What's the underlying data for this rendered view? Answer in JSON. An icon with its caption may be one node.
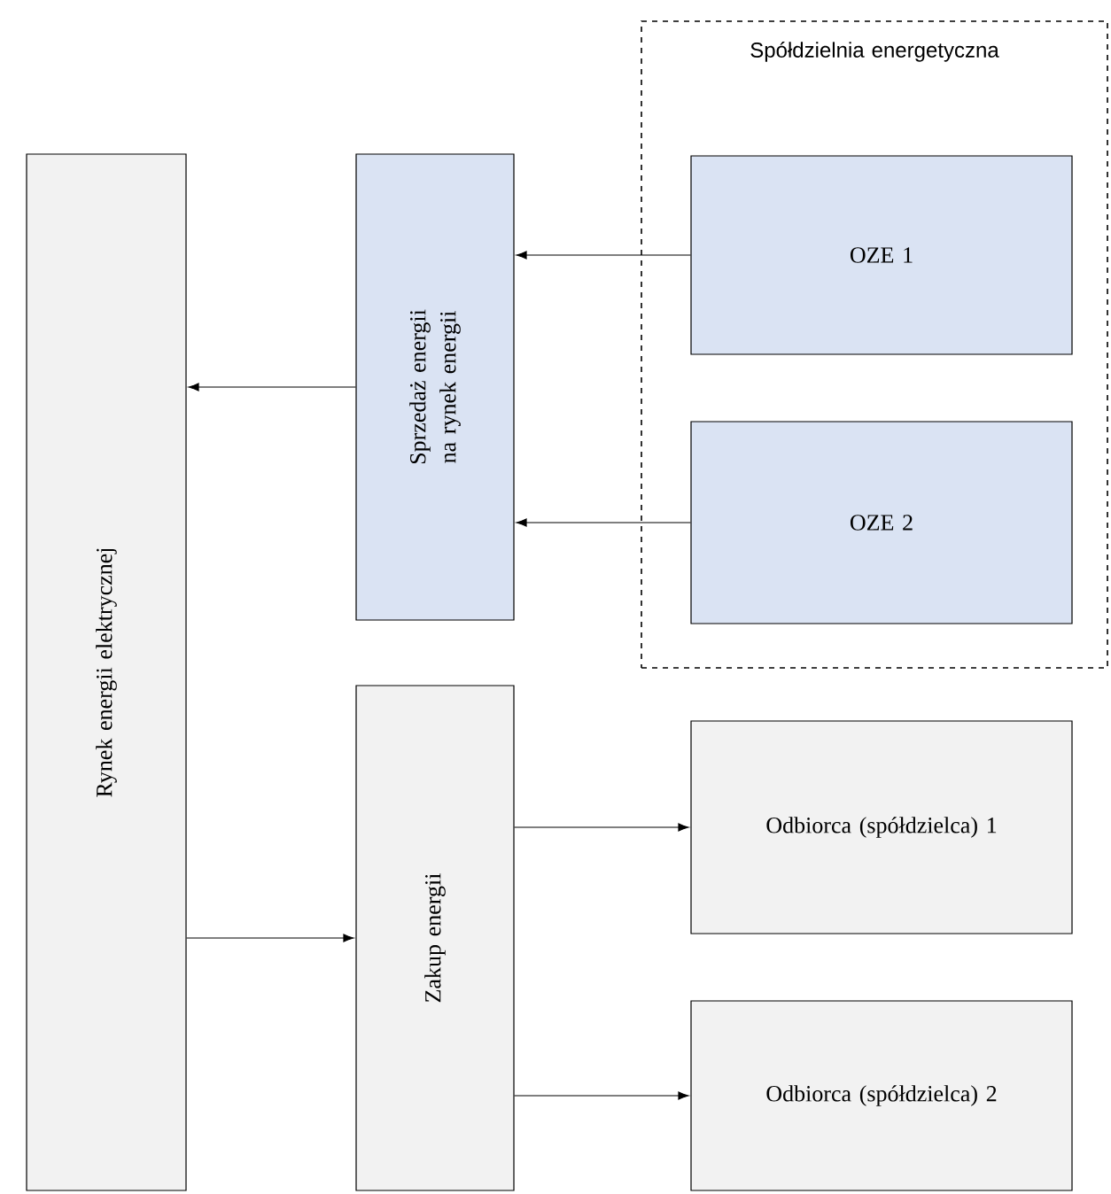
{
  "diagram": {
    "nodes": [
      {
        "text": [
          "Rynek energii elektrycznej"
        ]
      },
      {
        "text": [
          "Sprzedaż energii na rynek energii"
        ]
      },
      {
        "text": [
          "Spółdzielnia energetyczna"
        ]
      },
      {
        "text": [
          "OZE 1"
        ],
        "in": 2
      },
      {
        "text": [
          "OZE 2"
        ],
        "in": 2
      },
      {
        "text": [
          "Zakup energii"
        ]
      },
      {
        "text": [
          "Odbiorca (spółdzielca) 1"
        ]
      },
      {
        "text": [
          "Odbiorca (spółdzielca) 2"
        ]
      }
    ],
    "edges": [
      {
        "from": 3,
        "to": 1,
        "arrow": "to"
      },
      {
        "from": 4,
        "to": 1,
        "arrow": "to"
      },
      {
        "from": 1,
        "to": 0,
        "arrow": "to"
      },
      {
        "from": 0,
        "to": 5,
        "arrow": "to"
      },
      {
        "from": 5,
        "to": 6,
        "arrow": "to"
      },
      {
        "from": 5,
        "to": 7,
        "arrow": "to"
      }
    ]
  }
}
